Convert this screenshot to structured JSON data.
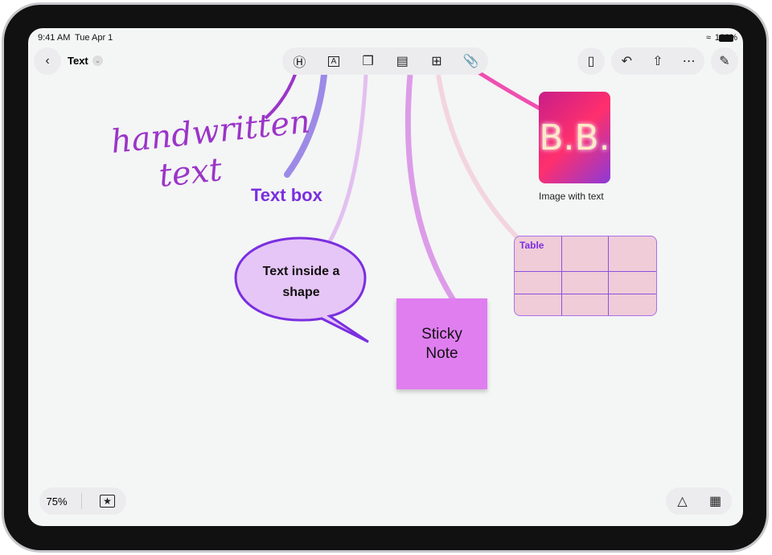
{
  "status": {
    "time": "9:41 AM",
    "date": "Tue Apr 1",
    "battery": "100%"
  },
  "header": {
    "title": "Text"
  },
  "toolbar": {
    "icons": [
      "pen-icon",
      "text-box-icon",
      "shapes-icon",
      "sticky-note-icon",
      "table-icon",
      "attachment-icon"
    ]
  },
  "canvas": {
    "handwritten": [
      "handwritten",
      "text"
    ],
    "text_box": "Text box",
    "shape_text": "Text inside a shape",
    "sticky": "Sticky Note",
    "image_caption": "Image with text",
    "image_text": "B.B.",
    "table_label": "Table"
  },
  "footer": {
    "zoom": "75%"
  },
  "colors": {
    "accent": "#7a2fe0",
    "sticky": "#e07ef0",
    "table": "#f0ccd8",
    "shape": "#e6c6f6"
  }
}
